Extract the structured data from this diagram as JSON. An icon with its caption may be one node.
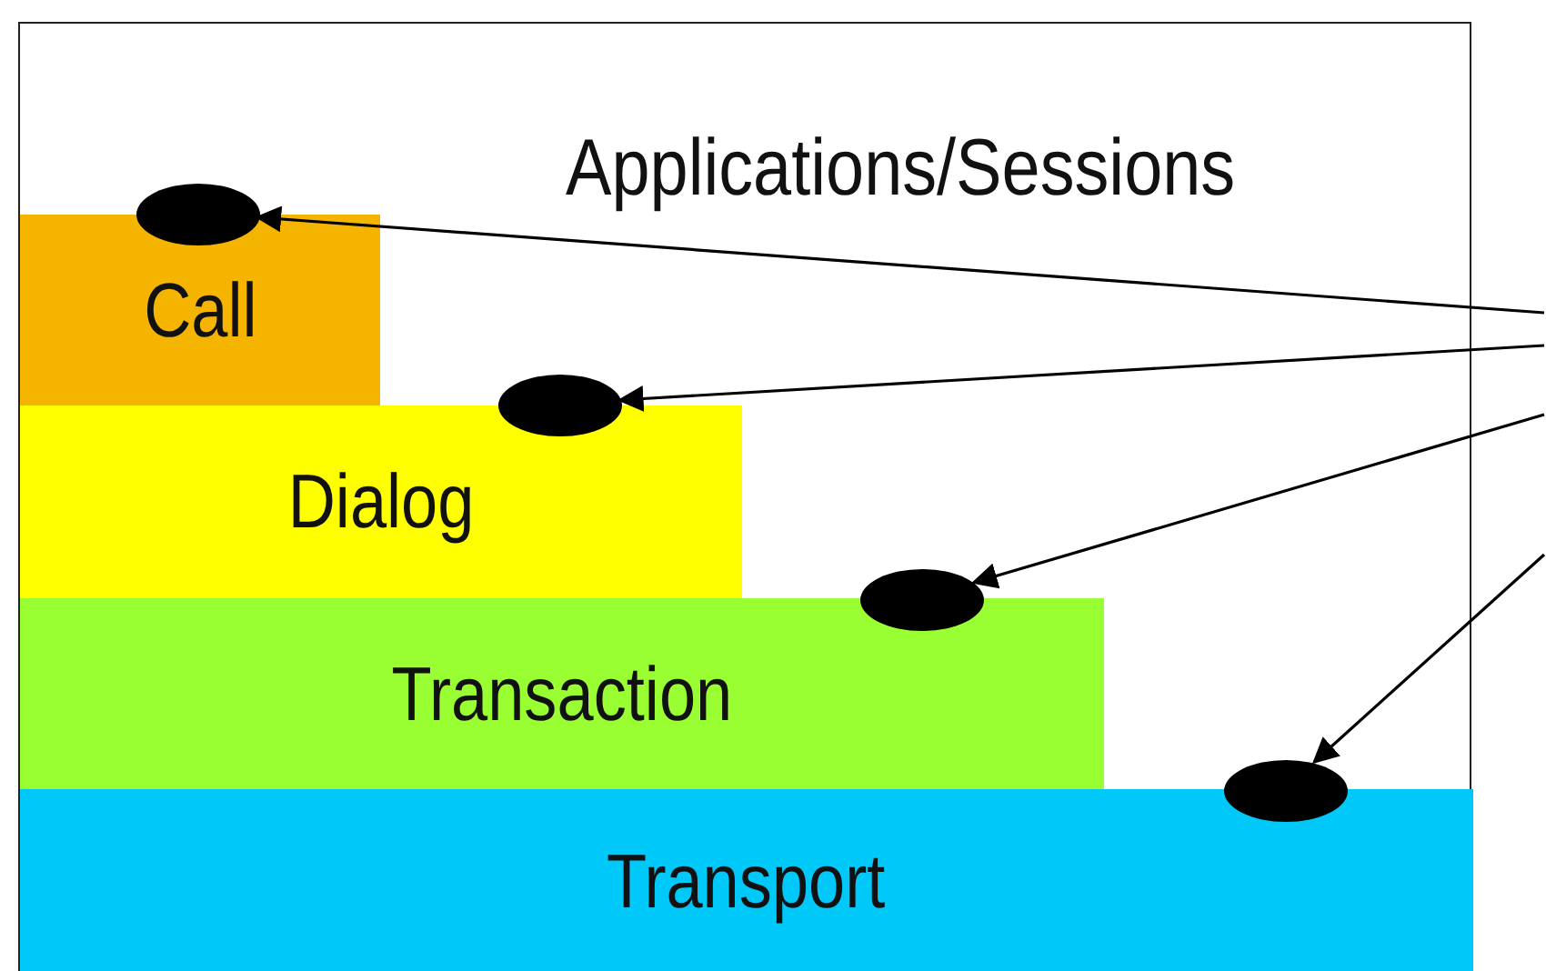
{
  "diagram": {
    "nodes": [
      {
        "text": [
          "Applications/Sessions"
        ]
      },
      {
        "text": [
          "Call"
        ],
        "in": 0
      },
      {
        "text": [
          "Dialog"
        ],
        "in": 0
      },
      {
        "text": [
          "Transaction"
        ],
        "in": 0
      },
      {
        "text": [
          "Transport"
        ],
        "in": 0
      },
      {
        "text": [],
        "shape": "ellipse",
        "in": 0
      },
      {
        "text": [],
        "shape": "ellipse",
        "in": 0
      },
      {
        "text": [],
        "shape": "ellipse",
        "in": 0
      },
      {
        "text": [],
        "shape": "ellipse",
        "in": 0
      }
    ],
    "edges": [
      {
        "from": null,
        "to": 5,
        "arrow": "to"
      },
      {
        "from": null,
        "to": 6,
        "arrow": "to"
      },
      {
        "from": null,
        "to": 7,
        "arrow": "to"
      },
      {
        "from": null,
        "to": 8,
        "arrow": "to"
      }
    ]
  }
}
